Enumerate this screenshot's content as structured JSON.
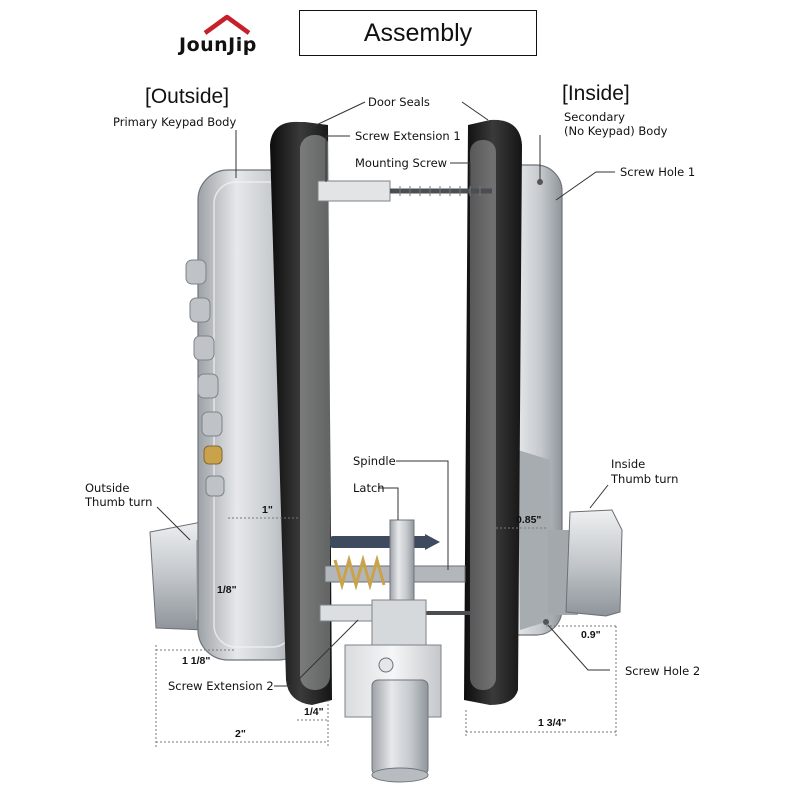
{
  "brand": {
    "name": "JounJip",
    "accent": "#c8202a"
  },
  "title": "Assembly",
  "sides": {
    "outside": "[Outside]",
    "inside": "[Inside]"
  },
  "labels": {
    "primary_body": "Primary Keypad Body",
    "door_seals": "Door Seals",
    "screw_ext_1": "Screw Extension 1",
    "mounting_screw": "Mounting Screw",
    "secondary_body_1": "Secondary",
    "secondary_body_2": "(No Keypad) Body",
    "screw_hole_1": "Screw Hole 1",
    "spindle": "Spindle",
    "latch": "Latch",
    "outside_thumb_1": "Outside",
    "outside_thumb_2": "Thumb turn",
    "inside_thumb_1": "Inside",
    "inside_thumb_2": "Thumb turn",
    "screw_ext_2": "Screw Extension 2",
    "screw_hole_2": "Screw Hole 2"
  },
  "dimensions": {
    "d_1in": "1\"",
    "d_0_85": "0.85\"",
    "d_1_8": "1/8\"",
    "d_0_9": "0.9\"",
    "d_1_1_8": "1 1/8\"",
    "d_1_4": "1/4\"",
    "d_2in": "2\"",
    "d_1_3_4": "1 3/4\""
  },
  "colors": {
    "metal": "#c9ccd0",
    "seal": "#1e1e1e",
    "leader": "#333333",
    "spring": "#c9a24a"
  }
}
